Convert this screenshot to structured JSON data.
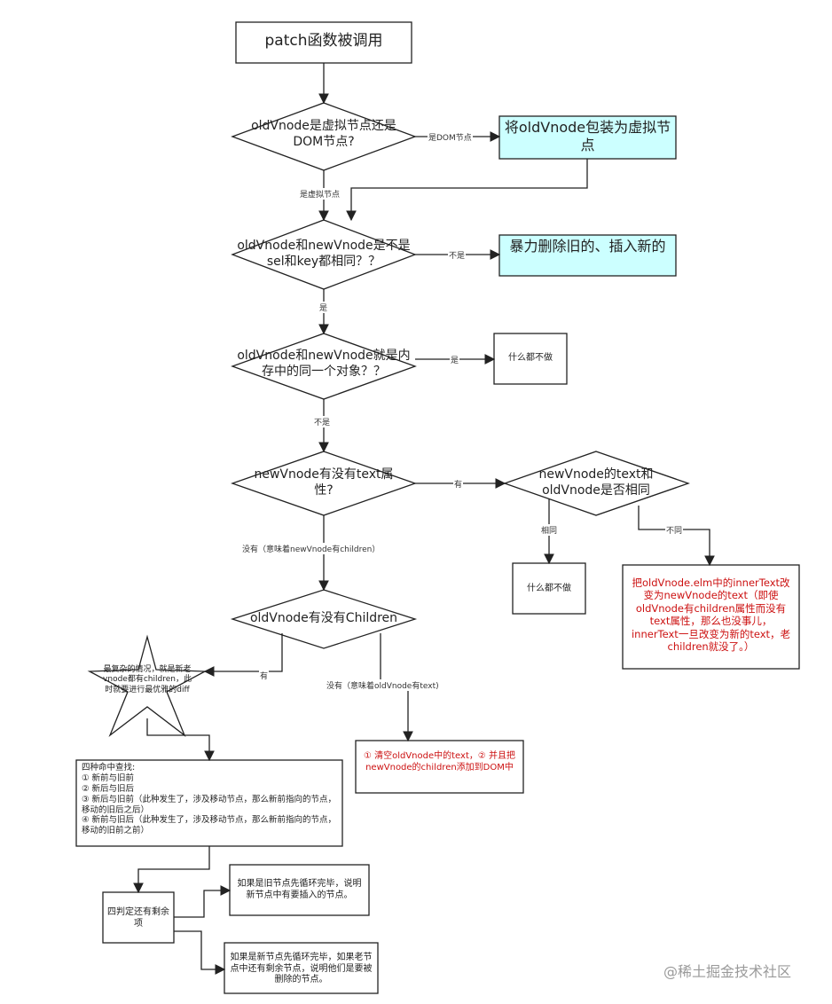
{
  "nodes": {
    "start": "patch函数被调用",
    "q_virtual": "oldVnode是虚拟节点还是DOM节点?",
    "wrap": "将oldVnode包装为虚拟节点",
    "q_same_selkey": "oldVnode和newVnode是不是sel和key都相同？？",
    "brute": "暴力删除旧的、插入新的",
    "q_same_obj": "oldVnode和newVnode就是内存中的同一个对象？？",
    "nothing1": "什么都不做",
    "q_has_text": "newVnode有没有text属性?",
    "q_text_same": "newVnode的text和oldVnode是否相同",
    "nothing2": "什么都不做",
    "set_text": "把oldVnode.elm中的innerText改变为newVnode的text（即使oldVnode有children属性而没有text属性，那么也没事儿，innerText一旦改变为新的text，老children就没了。）",
    "q_old_children": "oldVnode有没有Children",
    "star": "最复杂的情况，就是新老vnode都有children，此时就要进行最优雅的diff",
    "clear_text": "① 清空oldVnode中的text，② 并且把newVnode的children添加到DOM中",
    "four_search": [
      "四种命中查找:",
      "① 新前与旧前",
      "② 新后与旧后",
      "③ 新后与旧前（此种发生了，涉及移动节点，那么新前指向的节点，移动的旧后之后）",
      "④ 新前与旧后（此种发生了，涉及移动节点，那么新前指向的节点，移动的旧前之前）"
    ],
    "remaining": "四判定还有剩余项",
    "old_first": "如果是旧节点先循环完毕，说明新节点中有要插入的节点。",
    "new_first": "如果是新节点先循环完毕，如果老节点中还有剩余节点，说明他们是要被删除的节点。"
  },
  "edge_labels": {
    "is_dom": "是DOM节点",
    "is_virtual": "是虚拟节点",
    "not_same": "不是",
    "yes1": "是",
    "yes2": "是",
    "not": "不是",
    "has": "有",
    "no_text": "没有（意味着newVnode有children）",
    "same": "相同",
    "diff": "不同",
    "has_children": "有",
    "no_children": "没有（意味着oldVnode有text)"
  },
  "watermark": "@稀土掘金技术社区",
  "colors": {
    "stroke": "#222222",
    "highlight_fill": "#ccffff",
    "red_text": "#cc1111"
  }
}
